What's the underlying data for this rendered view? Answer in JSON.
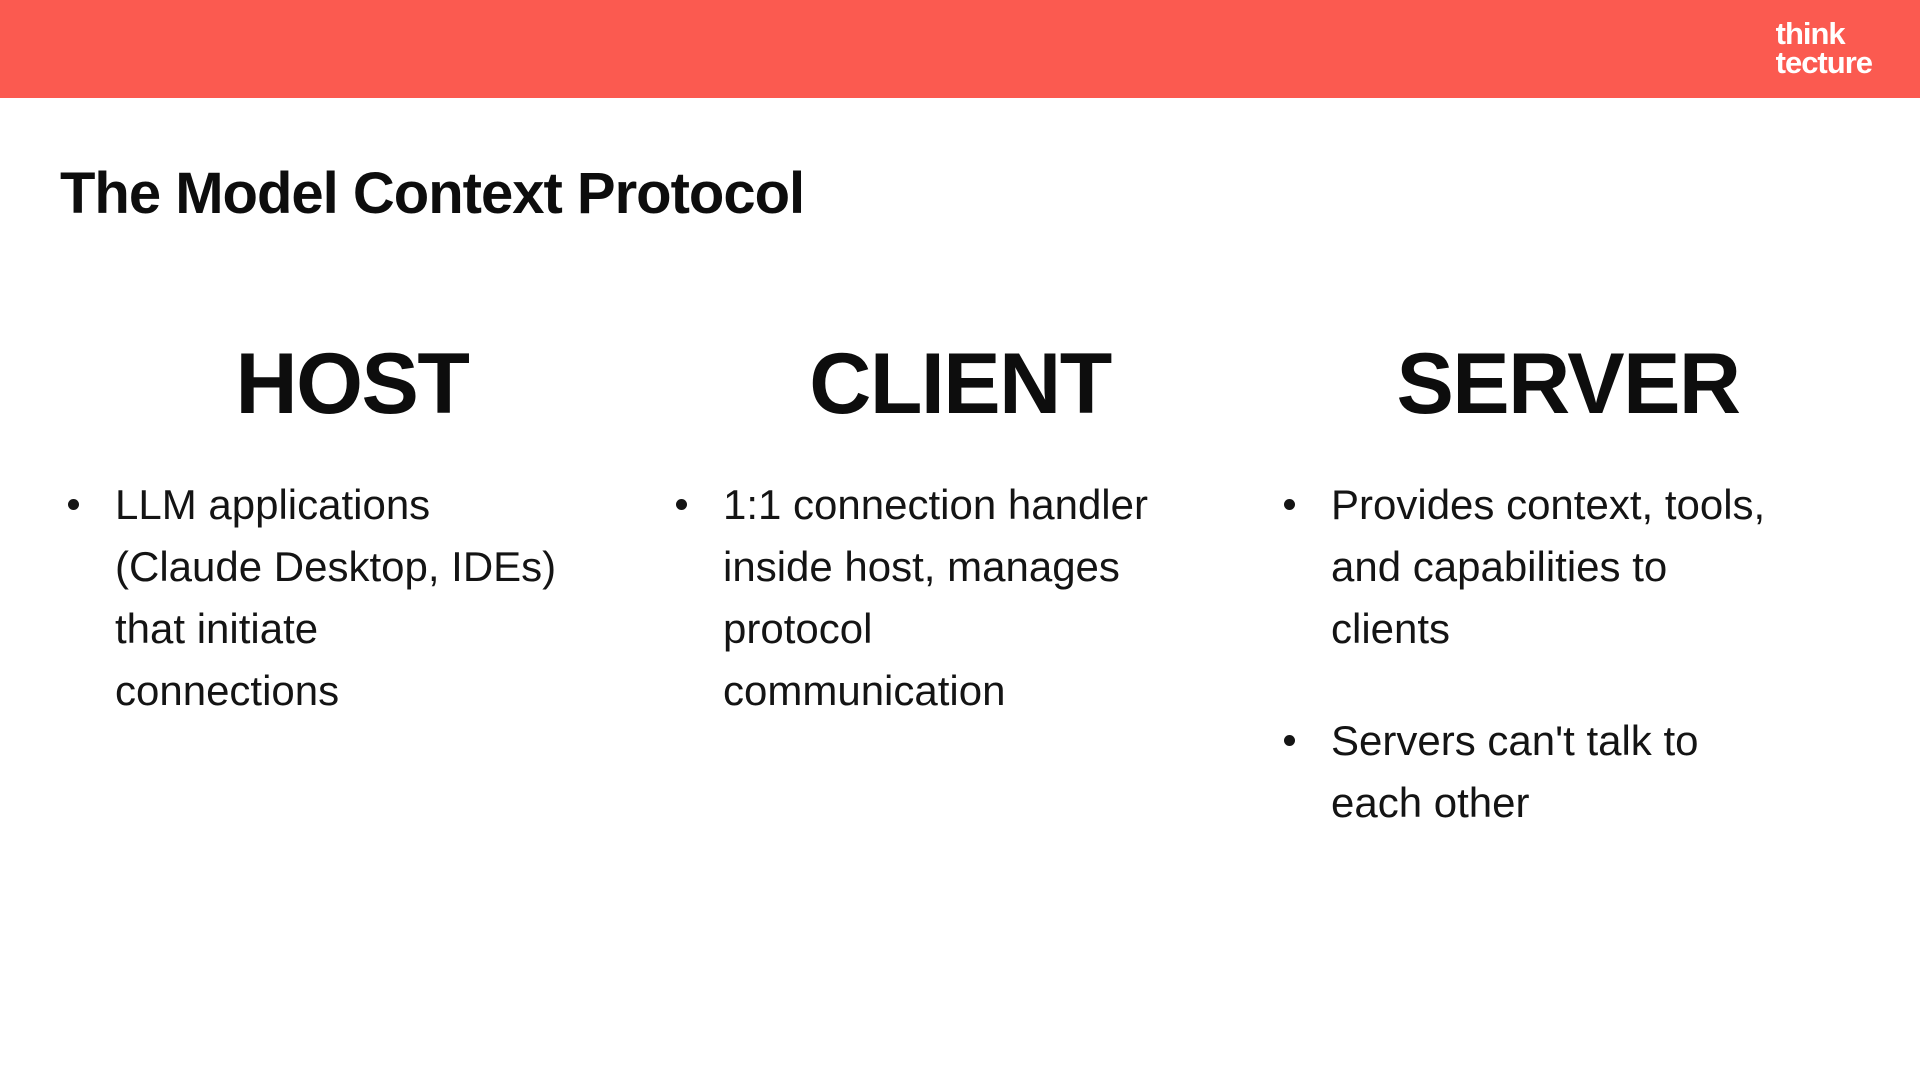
{
  "header": {
    "bar_color": "#FB5A50",
    "logo": {
      "line1": "think",
      "line2": "tecture",
      "color": "#FFFFFF"
    }
  },
  "title": "The Model Context Protocol",
  "columns": [
    {
      "heading": "HOST",
      "bullets": [
        "LLM applications\n(Claude Desktop, IDEs)\nthat initiate\nconnections"
      ]
    },
    {
      "heading": "CLIENT",
      "bullets": [
        "1:1 connection handler\ninside host, manages\nprotocol\ncommunication"
      ]
    },
    {
      "heading": "SERVER",
      "bullets": [
        "Provides context, tools,\nand capabilities to\nclients",
        "Servers can't talk to\neach other"
      ]
    }
  ]
}
